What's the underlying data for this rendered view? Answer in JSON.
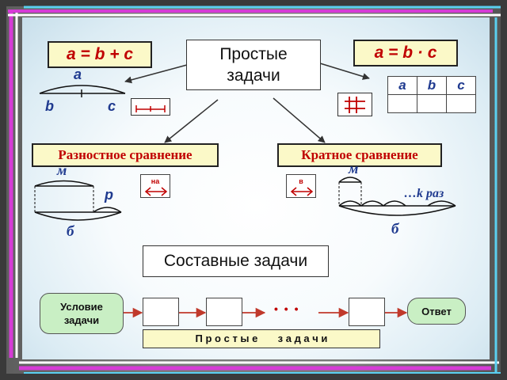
{
  "top": {
    "title_line1": "Простые",
    "title_line2": "задачи",
    "left_formula": "a = b + c",
    "right_formula": "a = b · c"
  },
  "sum_diagram": {
    "label_a": "a",
    "label_b": "b",
    "label_c": "c"
  },
  "product_table": {
    "headers": [
      "a",
      "b",
      "c"
    ]
  },
  "difference": {
    "title": "Разностное сравнение",
    "label_m": "м",
    "label_p": "р",
    "label_b": "б",
    "hint": "на"
  },
  "multiple": {
    "title": "Кратное сравнение",
    "label_m": "м",
    "label_k": "…k раз",
    "label_b": "б",
    "hint": "в"
  },
  "composite": {
    "title": "Составные задачи",
    "condition": "Условие задачи",
    "answer": "Ответ",
    "dots": "• • •",
    "simple_tasks": "П р о с т ы е       з а д а ч и"
  },
  "colors": {
    "accent_red": "#c00000",
    "arrow_red": "#c0392b",
    "label_blue": "#1f3a8f",
    "formula_bg": "#fbf9c8",
    "pill_green": "#c9efc4"
  }
}
